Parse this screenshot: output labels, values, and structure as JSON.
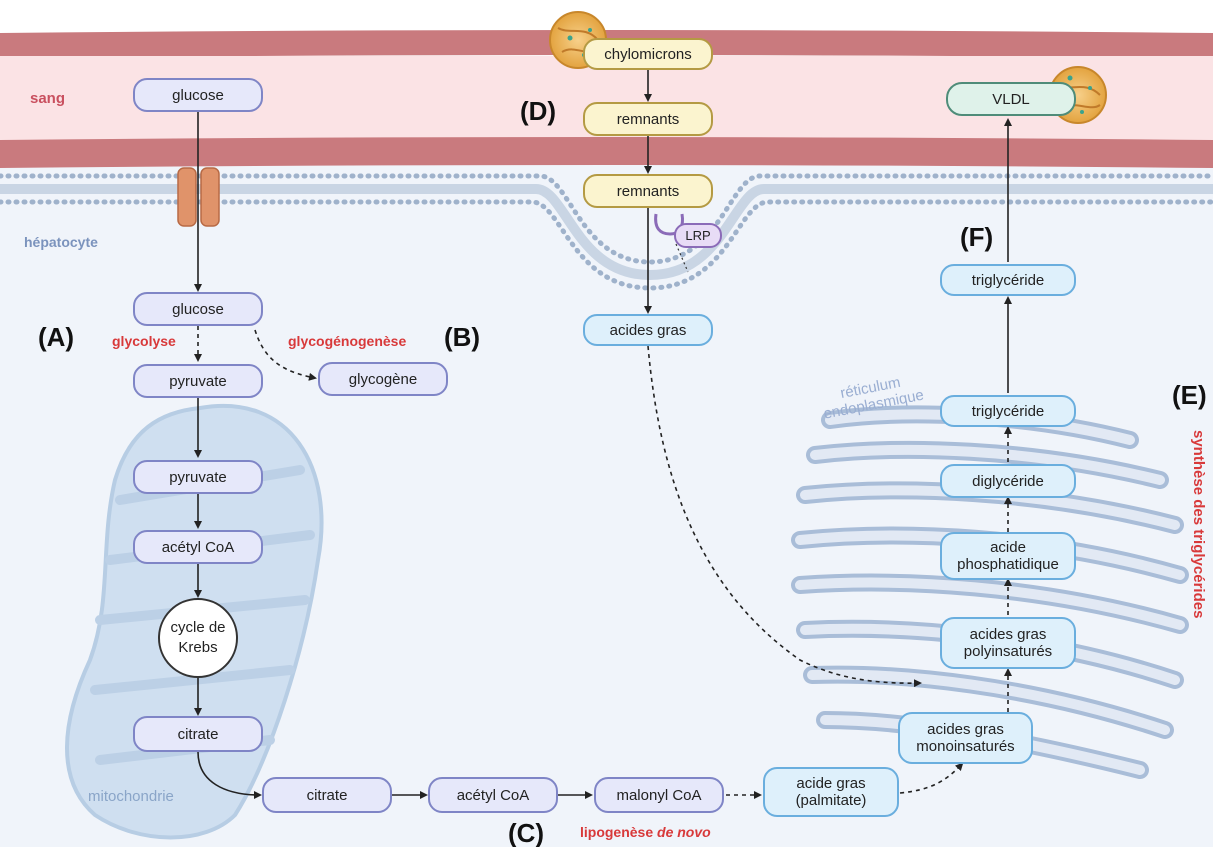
{
  "zones": {
    "sang": "sang",
    "hepatocyte": "hépatocyte",
    "mitochondrie": "mitochondrie",
    "reticulum": "réticulum endoplasmique"
  },
  "panels": {
    "A": "(A)",
    "B": "(B)",
    "C": "(C)",
    "D": "(D)",
    "E": "(E)",
    "F": "(F)"
  },
  "processes": {
    "glycolyse": "glycolyse",
    "glycogenogenese": "glycogénogenèse",
    "lipogenese": "lipogenèse",
    "de_novo": "de novo",
    "synthese_tg": "synthèse des triglycérides"
  },
  "nodes": {
    "glucose_blood": "glucose",
    "glucose_cell": "glucose",
    "glycogene": "glycogène",
    "pyruvate_cyto": "pyruvate",
    "pyruvate_mito": "pyruvate",
    "acetyl_coa_mito": "acétyl CoA",
    "krebs": "cycle de Krebs",
    "citrate_mito": "citrate",
    "citrate_cyto": "citrate",
    "acetyl_coa_cyto": "acétyl CoA",
    "malonyl_coa": "malonyl CoA",
    "acide_gras_palmitate": "acide gras (palmitate)",
    "ag_mono": "acides gras monoinsaturés",
    "ag_poly": "acides gras polyinsaturés",
    "acide_phosphatidique": "acide phosphatidique",
    "diglyceride": "diglycéride",
    "triglyceride_er": "triglycéride",
    "triglyceride": "triglycéride",
    "vldl": "VLDL",
    "chylomicrons": "chylomicrons",
    "remnants_blood": "remnants",
    "remnants_membrane": "remnants",
    "lrp": "LRP",
    "acides_gras": "acides gras"
  },
  "colors": {
    "blood_dark": "#c97a7e",
    "blood_light": "#fbe3e5",
    "cell_bg": "#f0f4fa",
    "membrane": "#9fb2cb",
    "accent_red": "#d8393a",
    "channel": "#e0936a"
  }
}
